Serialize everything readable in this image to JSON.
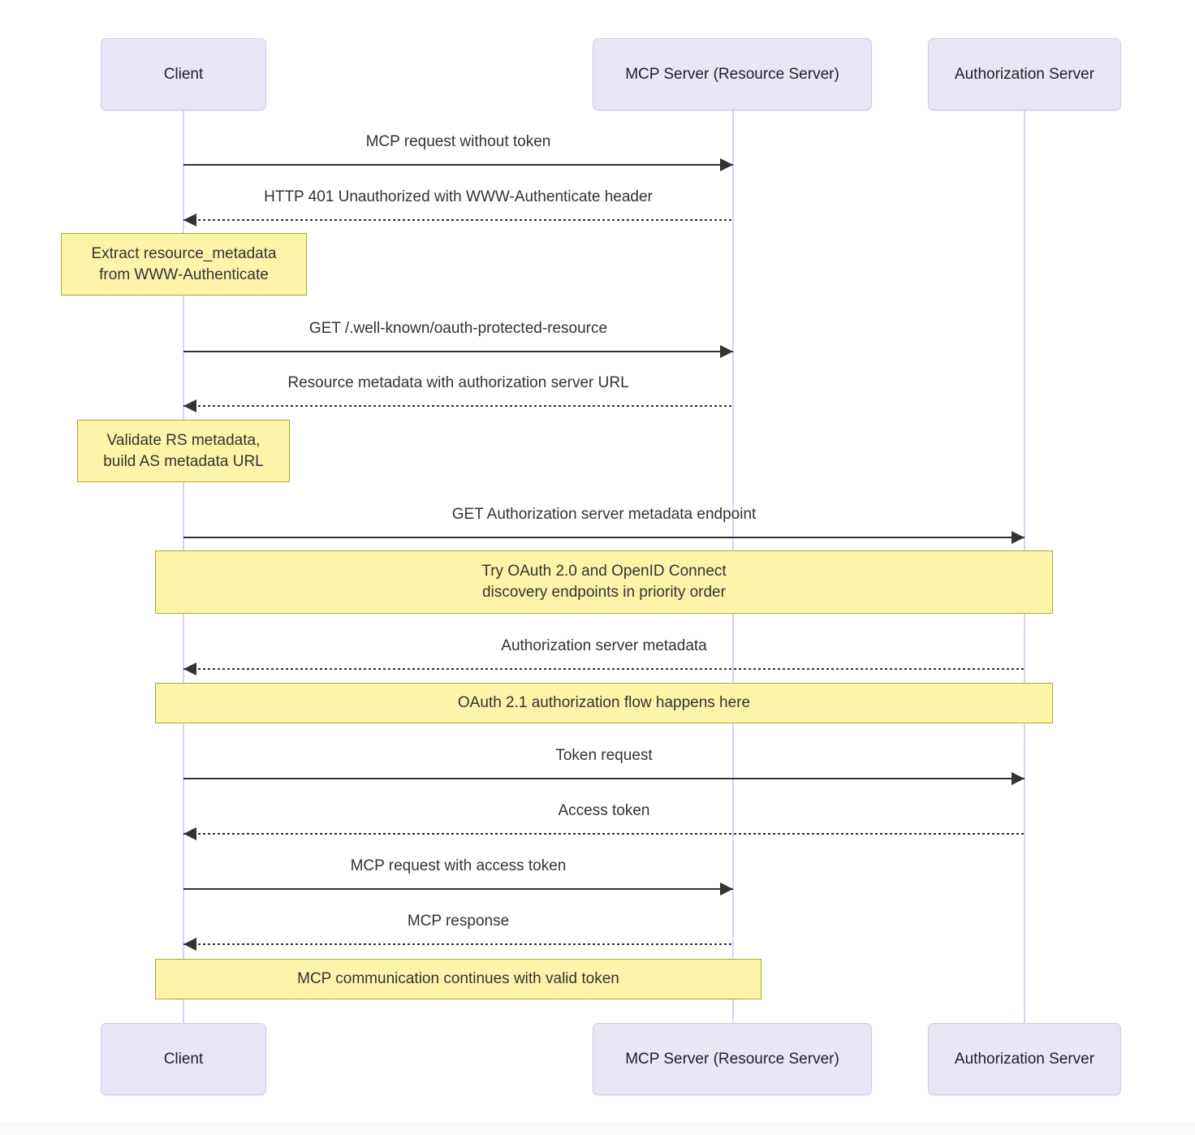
{
  "diagram_type": "sequence-diagram",
  "actors": [
    {
      "id": "client",
      "name": "Client"
    },
    {
      "id": "mcp-server",
      "name": "MCP Server (Resource Server)"
    },
    {
      "id": "auth-server",
      "name": "Authorization Server"
    }
  ],
  "messages": [
    {
      "label": "MCP request without token",
      "from": "client",
      "to": "mcp-server",
      "style": "solid"
    },
    {
      "label": "HTTP 401 Unauthorized with WWW-Authenticate header",
      "from": "mcp-server",
      "to": "client",
      "style": "dotted"
    },
    {
      "label": "GET /.well-known/oauth-protected-resource",
      "from": "client",
      "to": "mcp-server",
      "style": "solid"
    },
    {
      "label": "Resource metadata with authorization server URL",
      "from": "mcp-server",
      "to": "client",
      "style": "dotted"
    },
    {
      "label": "GET Authorization server metadata endpoint",
      "from": "client",
      "to": "auth-server",
      "style": "solid"
    },
    {
      "label": "Authorization server metadata",
      "from": "auth-server",
      "to": "client",
      "style": "dotted"
    },
    {
      "label": "Token request",
      "from": "client",
      "to": "auth-server",
      "style": "solid"
    },
    {
      "label": "Access token",
      "from": "auth-server",
      "to": "client",
      "style": "dotted"
    },
    {
      "label": "MCP request with access token",
      "from": "client",
      "to": "mcp-server",
      "style": "solid"
    },
    {
      "label": "MCP response",
      "from": "mcp-server",
      "to": "client",
      "style": "dotted"
    }
  ],
  "notes": [
    {
      "over": "client",
      "line1": "Extract resource_metadata",
      "line2": "from WWW-Authenticate"
    },
    {
      "over": "client",
      "line1": "Validate RS metadata,",
      "line2": "build AS metadata URL"
    },
    {
      "over": "client,auth-server",
      "line1": "Try OAuth 2.0 and OpenID Connect",
      "line2": "discovery endpoints in priority order"
    },
    {
      "over": "client,auth-server",
      "line1": "OAuth 2.1 authorization flow happens here",
      "line2": ""
    },
    {
      "over": "client,mcp-server",
      "line1": "MCP communication continues with valid token",
      "line2": ""
    }
  ],
  "colors": {
    "actor_fill": "#E9E6F8",
    "actor_border": "#D3CCEE",
    "lifeline": "#D8D2F0",
    "note_fill": "#FCF5A9",
    "note_border": "#AAAA33",
    "arrow": "#333333",
    "text": "#333333"
  }
}
